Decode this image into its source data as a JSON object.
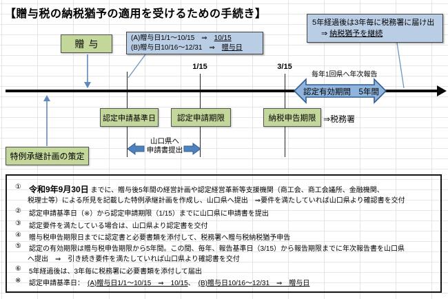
{
  "title": "【贈与税の納税猶予の適用を受けるための手続き】",
  "colors": {
    "green_fill": "#c4d79b",
    "blue_fill": "#b9cde5",
    "double_arrow_fill": "#8fb4dd",
    "block_arrow_fill": "#4f81bd",
    "connector_blue": "#5b8ac0",
    "timeline_black": "#0a0a0a"
  },
  "timeline": {
    "date_jan15": "1/15",
    "date_mar15": "3/15",
    "annual_report_note": "毎年1回県へ年次報告",
    "valid_period_label": "認定有効期間　5年間"
  },
  "boxes": {
    "gift": "贈与",
    "plan": "特例承継計画の策定",
    "application_base_date": "認定申請基準日",
    "application_deadline": "認定申請期限",
    "tax_filing_deadline": "納税申告期限",
    "tax_office_note": "⇒税務署",
    "submit_line1": "山口県へ",
    "submit_line2": "申請書提出"
  },
  "callout": {
    "line_a_label": "(A)贈与日1/1～10/15　⇒　",
    "line_a_value": "10/15",
    "line_b_label": "(B)贈与日10/16～12/31　⇒　",
    "line_b_value": "贈与日"
  },
  "notify": {
    "line1": "5年経過後は3年毎に税務署に届け出",
    "arrow": "⇒ ",
    "line2": "納税猶予を継続"
  },
  "notes": {
    "i1_num": "①",
    "i1_date": "令和9年9月30日",
    "i1_rest": " までに、贈与後5年間の経営計画や認定経営革新等支援機関（商工会、商工会議所、金融機関、",
    "i1_line2": "税理士等）による所見を記載した特例承継計画を作成し、山口県へ提出　⇒要件を満たしていれば山口県より確認書を交付",
    "i2_num": "②",
    "i2_text": "認定申請基準日（※）から認定申請期限（1/15）までに山口県に申請書を提出",
    "i3_num": "③",
    "i3_text": "認定要件を満たしている場合は、山口県より認定書を交付",
    "i4_num": "④",
    "i4_text": "贈与税申告期限日までに認定書と必要書類を添付して、税務署へ贈与税納税猶予申告",
    "i5_num": "⑤",
    "i5_line1": "認定の有効期限は贈与税申告期限から5年間。この間、毎年、報告基準日（3/15）から報告期限までに年次報告書を山口県",
    "i5_line2": "へ提出　⇒　引き続き要件を満たしていれば山口県より確認書を交付",
    "i6_num": "⑥",
    "i6_text": "5年経過後は、3年毎に税務署に必要書類を添付して届出",
    "ast_num": "※",
    "ast_label": "認定申請基準日：　",
    "ast_a": "(A)贈与日1/1～10/15　⇒　10/15",
    "ast_sep": "、　",
    "ast_b": "(B)贈与日10/16～12/31　⇒　贈与日"
  }
}
